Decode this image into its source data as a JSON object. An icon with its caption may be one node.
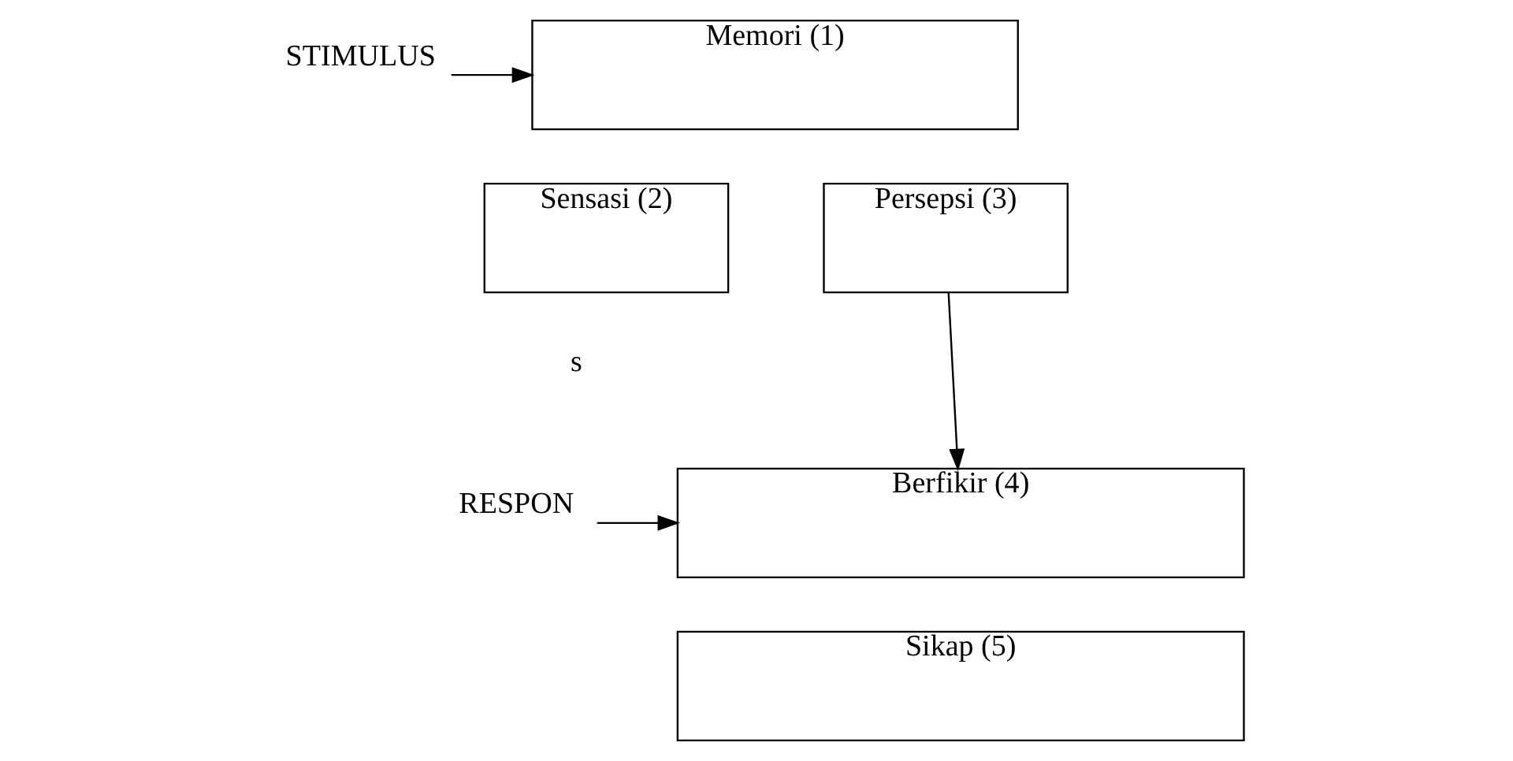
{
  "diagram": {
    "nodes": [
      {
        "text": [
          "STIMULUS"
        ]
      },
      {
        "text": [
          "Memori (1)"
        ]
      },
      {
        "text": [
          "Sensasi (2)"
        ]
      },
      {
        "text": [
          "Persepsi (3)"
        ]
      },
      {
        "text": [
          "RESPON"
        ]
      },
      {
        "text": [
          "Berfikir (4)"
        ]
      },
      {
        "text": [
          "Sikap (5)"
        ]
      }
    ],
    "edges": [
      {
        "from": 0,
        "to": 1,
        "arrow": "to"
      },
      {
        "from": 3,
        "to": 5,
        "arrow": "to"
      },
      {
        "from": 4,
        "to": 5,
        "arrow": "to"
      }
    ],
    "labels": [
      "s"
    ]
  }
}
